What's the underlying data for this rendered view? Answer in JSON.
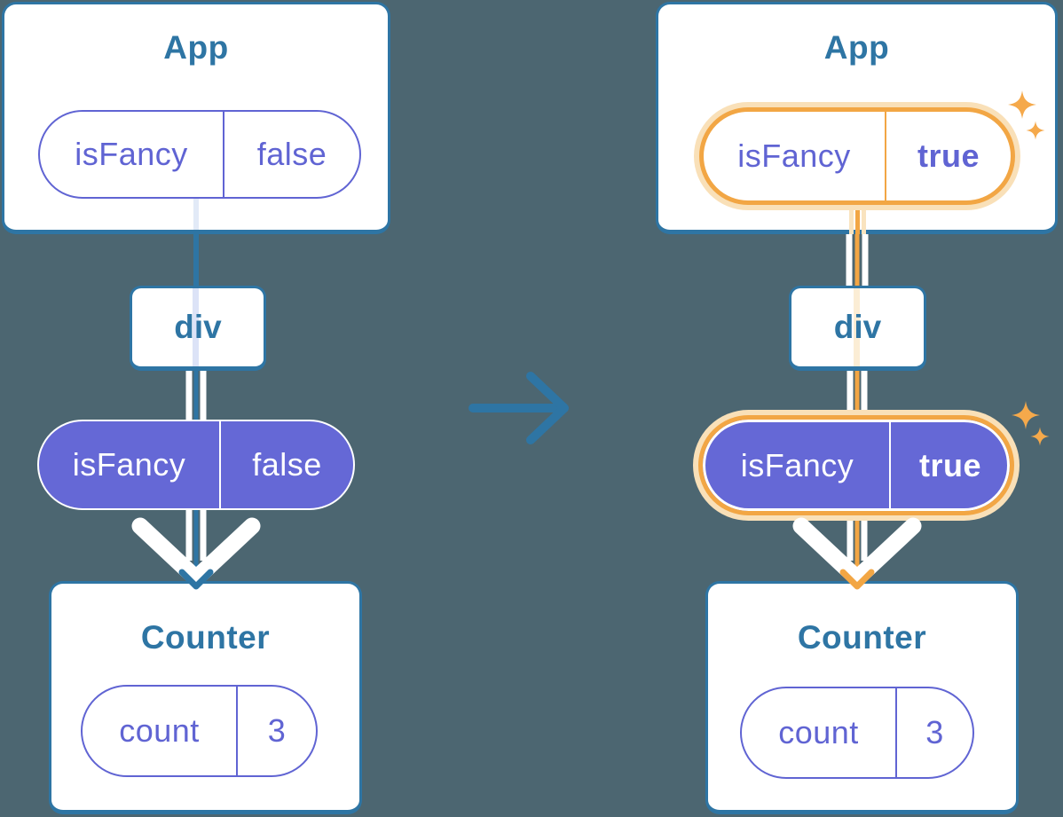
{
  "palette": {
    "background": "#4C6671",
    "card_fill": "#FFFFFF",
    "steel_blue": "#2E75A4",
    "purple_text": "#6064D3",
    "purple_pill_fill": "#6568D6",
    "highlight_orange": "#F2A644",
    "highlight_glow": "#F9E0B8",
    "sparkle": "#F5A94B"
  },
  "icons": {
    "transition_arrow": "right-arrow",
    "sparkle": "four-point-star",
    "prop_flow": "double-chevron-down-arrow"
  },
  "before": {
    "app": {
      "title": "App",
      "state": {
        "name": "isFancy",
        "value": "false"
      }
    },
    "container": {
      "label": "div"
    },
    "prop": {
      "name": "isFancy",
      "value": "false"
    },
    "counter": {
      "title": "Counter",
      "state": {
        "name": "count",
        "value": "3"
      }
    }
  },
  "after": {
    "app": {
      "title": "App",
      "state": {
        "name": "isFancy",
        "value": "true"
      }
    },
    "container": {
      "label": "div"
    },
    "prop": {
      "name": "isFancy",
      "value": "true"
    },
    "counter": {
      "title": "Counter",
      "state": {
        "name": "count",
        "value": "3"
      }
    }
  }
}
